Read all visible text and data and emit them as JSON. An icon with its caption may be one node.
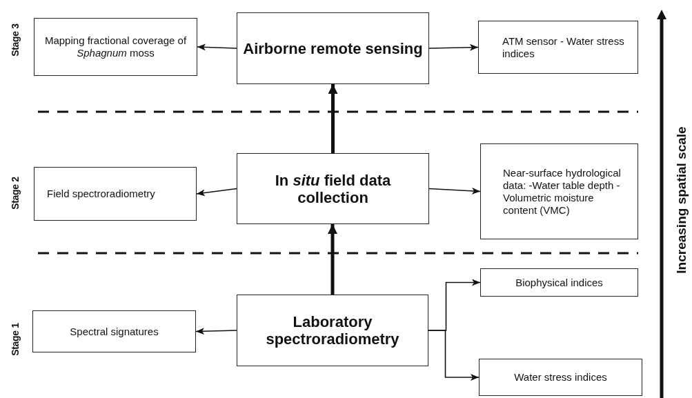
{
  "diagram": {
    "nodes": [
      {
        "text": [
          "Mapping fractional coverage of *Sphagnum* moss"
        ]
      },
      {
        "text": [
          "Airborne remote sensing"
        ]
      },
      {
        "text": [
          "ATM sensor - Water stress indices"
        ]
      },
      {
        "text": [
          "Field spectroradiometry"
        ]
      },
      {
        "text": [
          "In *situ* field data collection"
        ]
      },
      {
        "text": [
          "Near-surface hydrological data: -Water table depth -Volumetric moisture content (VMC)"
        ]
      },
      {
        "text": [
          "Biophysical indices"
        ]
      },
      {
        "text": [
          "Spectral signatures"
        ]
      },
      {
        "text": [
          "Laboratory spectroradiometry"
        ]
      },
      {
        "text": [
          "Water stress indices"
        ]
      }
    ],
    "edges": [
      {
        "from": 1,
        "to": 0,
        "arrow": "to"
      },
      {
        "from": 1,
        "to": 2,
        "arrow": "to"
      },
      {
        "from": 4,
        "to": 1,
        "arrow": "to",
        "style": "thick"
      },
      {
        "from": 4,
        "to": 3,
        "arrow": "to"
      },
      {
        "from": 4,
        "to": 5,
        "arrow": "to"
      },
      {
        "from": 8,
        "to": 4,
        "arrow": "to",
        "style": "thick"
      },
      {
        "from": 8,
        "to": 7,
        "arrow": "to"
      },
      {
        "from": 8,
        "to": 6,
        "arrow": "to"
      },
      {
        "from": 8,
        "to": 9,
        "arrow": "to"
      }
    ],
    "labels": [
      "Stage 3",
      "Stage 2",
      "Stage 1",
      "Increasing spatial scale"
    ]
  }
}
